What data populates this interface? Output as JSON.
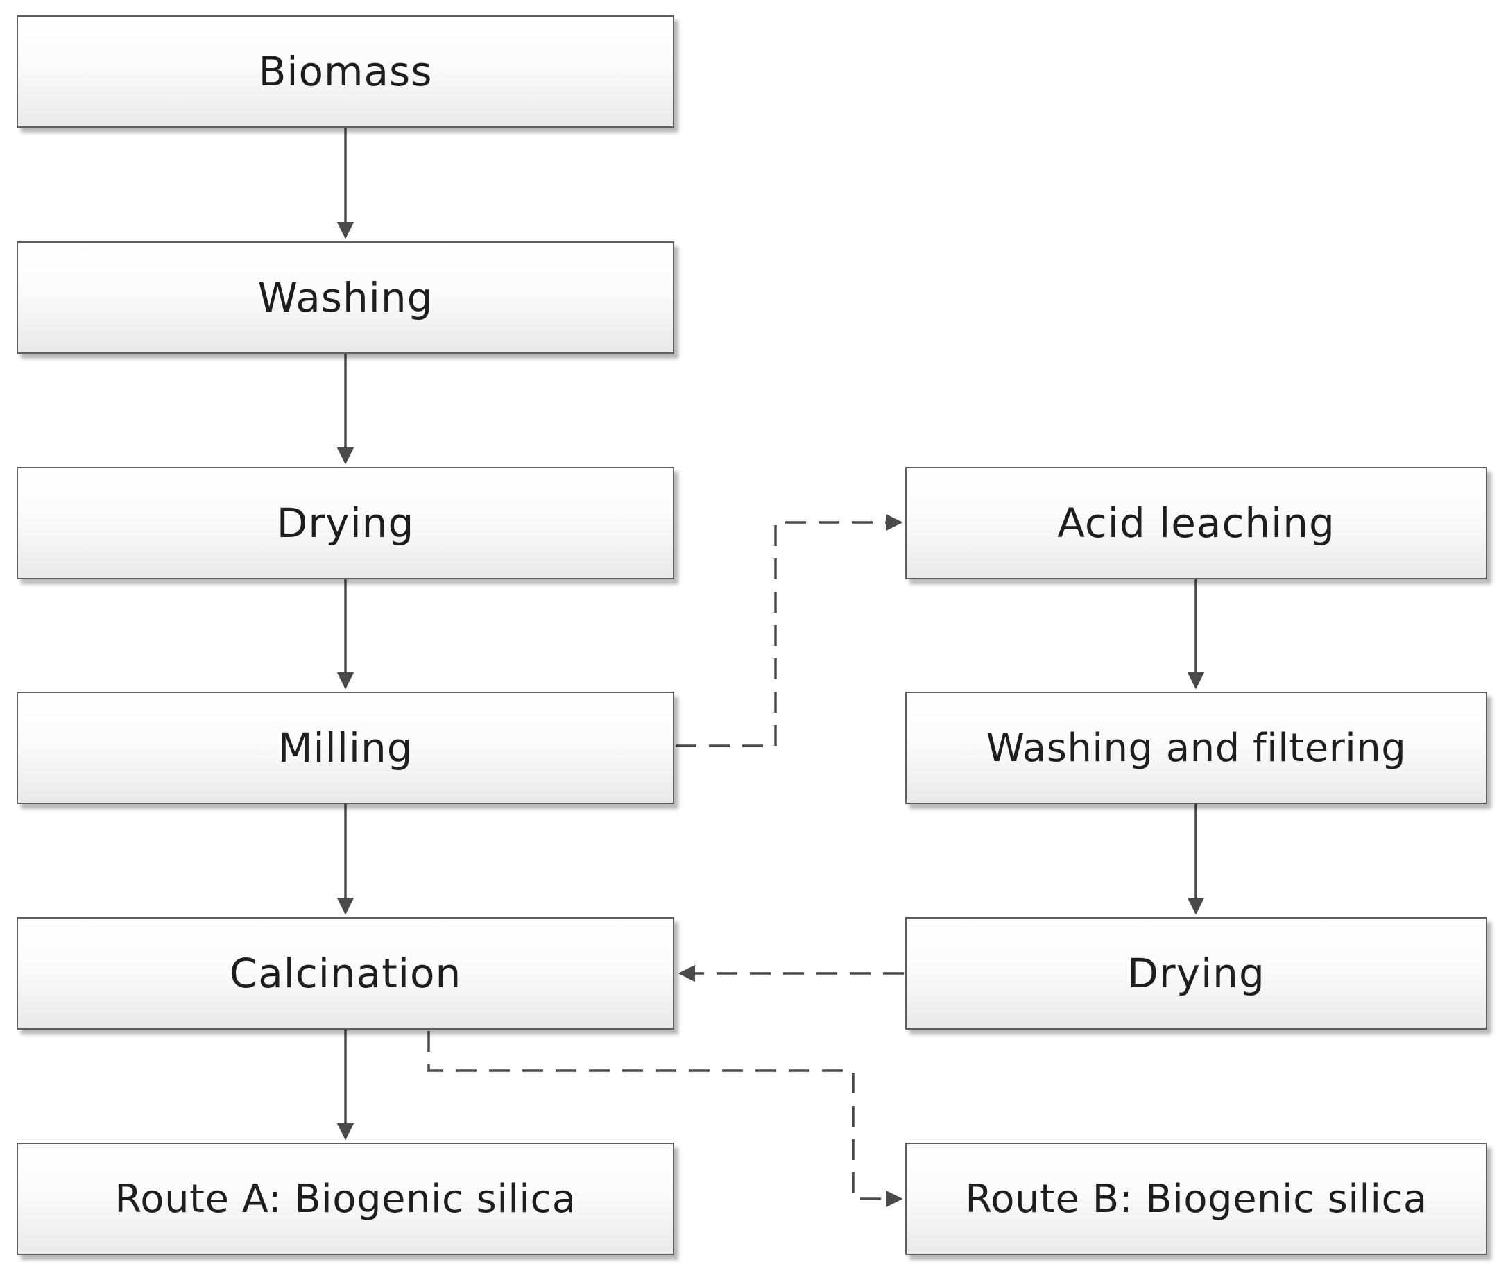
{
  "diagram": {
    "left_column": {
      "biomass": "Biomass",
      "washing": "Washing",
      "drying": "Drying",
      "milling": "Milling",
      "calcination": "Calcination",
      "route_a": "Route A: Biogenic silica"
    },
    "right_column": {
      "acid_leaching": "Acid leaching",
      "washing_filtering": "Washing and filtering",
      "drying": "Drying",
      "route_b": "Route B: Biogenic silica"
    },
    "colors": {
      "box_border": "#5e5e5e",
      "arrow": "#4a4a4a",
      "text": "#1e1e1e"
    }
  }
}
